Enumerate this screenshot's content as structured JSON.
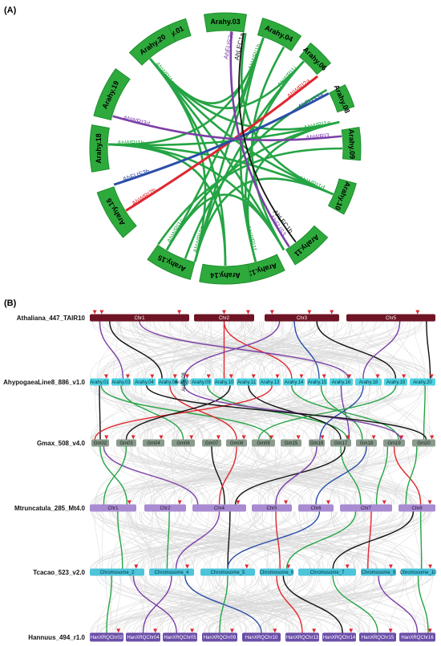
{
  "panels": {
    "a": "(A)",
    "b": "(B)"
  },
  "colors": {
    "chromosome": "#2eaa3c",
    "chromosome_stroke": "#1e8f2f",
    "green_link": "#25a444",
    "wri1": "#e0262e",
    "wri2": "#7b3fa6",
    "fus3": "#2b4ea8",
    "black": "#111111",
    "ath": "#6e1424",
    "ahy": "#4fd2e0",
    "gmax": "#8a9a8c",
    "mtr": "#a88bd1",
    "tca": "#4cc4da",
    "han": "#6a4ea8",
    "marker": "#e0262e",
    "background_links": "#d8d8d8"
  },
  "circos": {
    "chromosomes": [
      "Arahy.01",
      "Arahy.03",
      "Arahy.04",
      "Arahy.06",
      "Arahy.08",
      "Arahy.09",
      "Arahy.10",
      "Arahy.11",
      "Arahy.13",
      "Arahy.14",
      "Arahy.15",
      "Arahy.16",
      "Arahy.18",
      "Arahy.19",
      "Arahy.20"
    ],
    "genes": [
      "AhFUS3a",
      "AhLEC1a",
      "AhWRI1h",
      "AhWRI1i",
      "AhWRI2a",
      "AhFUS3a",
      "AhWRI1a",
      "AhWRI3",
      "AhWRI1d",
      "AhLEC1b",
      "AhFUS3",
      "AhWRI1f",
      "AhWRI1g",
      "AhWRI1c",
      "AhWRI2b",
      "AhFUS3b",
      "AhWRI1b",
      "AhWRI3d",
      "AhWRI1e"
    ]
  },
  "synteny": {
    "species": [
      {
        "name": "Athaliana_447_TAIR10",
        "chromosomes": [
          "Chr1",
          "Chr2",
          "Chr3",
          "Chr5"
        ]
      },
      {
        "name": "AhypogaeaLine8_886_v1.0",
        "chromosomes": [
          "Arahy.01",
          "Arahy.03",
          "Arahy.04",
          "Arahy.06",
          "Arahy.08",
          "Arahy.09",
          "Arahy.10",
          "Arahy.11",
          "Arahy.13",
          "Arahy.14",
          "Arahy.15",
          "Arahy.16",
          "Arahy.18",
          "Arahy.19",
          "Arahy.20"
        ]
      },
      {
        "name": "Gmax_508_v4.0",
        "chromosomes": [
          "Gm02",
          "Gm03",
          "Gm04",
          "Gm06",
          "Gm07",
          "Gm08",
          "Gm09",
          "Gm15",
          "Gm16",
          "Gm17",
          "Gm18",
          "Gm19",
          "Gm20"
        ]
      },
      {
        "name": "Mtruncatula_285_Mt4.0",
        "chromosomes": [
          "Chr1",
          "Chr2",
          "Chr4",
          "Chr5",
          "Chr6",
          "Chr7",
          "Chr8"
        ]
      },
      {
        "name": "Tcacao_523_v2.0",
        "chromosomes": [
          "Chromosome_2",
          "Chromosome_4",
          "Chromosome_5",
          "Chromosome_6",
          "Chromosome_7",
          "Chromosome_9",
          "Chromosome_10"
        ]
      },
      {
        "name": "Hannuus_494_r1.0",
        "chromosomes": [
          "HanXRQChr02",
          "HanXRQChr04",
          "HanXRQChr05",
          "HanXRQChr09",
          "HanXRQChr10",
          "HanXRQChr13",
          "HanXRQChr14",
          "HanXRQChr15",
          "HanXRQChr16"
        ]
      }
    ],
    "extra_label": "Arahy.08"
  }
}
